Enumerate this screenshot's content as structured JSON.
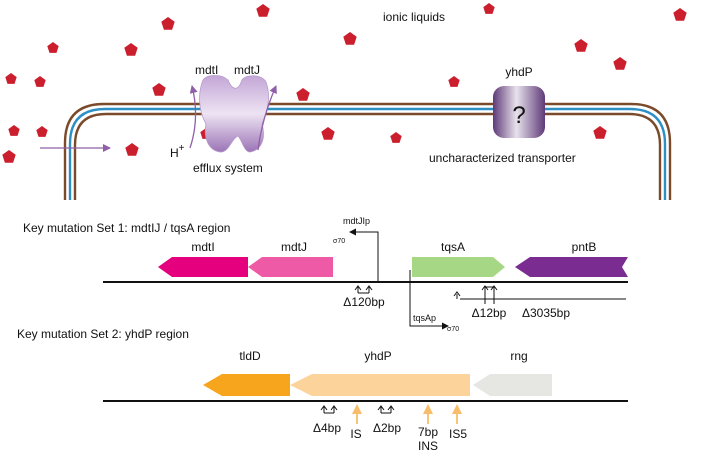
{
  "top": {
    "ionic_liquids": "ionic liquids",
    "pump_left": "mdtI",
    "pump_right": "mdtJ",
    "proton": "H",
    "proton_sup": "+",
    "efflux_label": "efflux system",
    "transporter_name": "yhdP",
    "transporter_symbol": "?",
    "transporter_label": "uncharacterized transporter"
  },
  "set1": {
    "heading": "Key mutation Set 1: mdtIJ / tqsA region",
    "promoter1": "mdtJIp",
    "promoter1_sigma": "σ70",
    "promoter2": "tqsAp",
    "promoter2_sigma": "σ70",
    "genes": [
      "mdtI",
      "mdtJ",
      "tqsA",
      "pntB"
    ],
    "deletions": [
      "Δ120bp",
      "Δ12bp",
      "Δ3035bp"
    ]
  },
  "set2": {
    "heading": "Key mutation Set 2: yhdP region",
    "genes": [
      "tldD",
      "yhdP",
      "rng"
    ],
    "mutations": [
      "Δ4bp",
      "IS",
      "Δ2bp",
      "7bp",
      "INS",
      "IS5"
    ]
  },
  "colors": {
    "ionic_liquid": "#cc1f2e",
    "membrane_outer": "#7a4a2a",
    "membrane_inner": "#2d8fc4",
    "efflux": "#8f5fa8",
    "mdtI": "#e5007e",
    "mdtJ": "#ef5aa6",
    "tqsA": "#a6d785",
    "pntB": "#7a2c90",
    "tldD": "#f7a51d",
    "yhdP": "#fcd49b",
    "rng": "#e6e6e2",
    "mutation_arrow": "#f7bd6a"
  }
}
